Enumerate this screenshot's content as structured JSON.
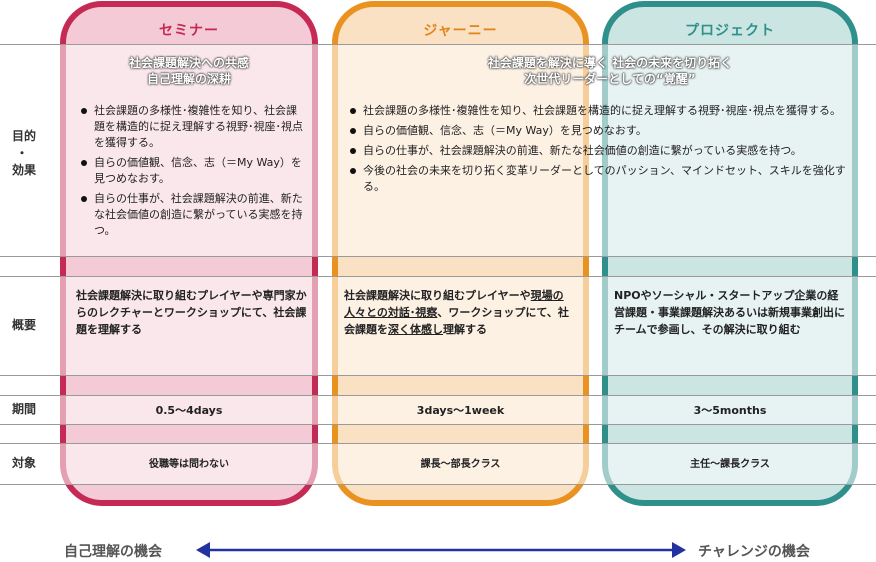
{
  "columns": {
    "seminar": "セミナー",
    "journey": "ジャーニー",
    "project": "プロジェクト"
  },
  "rows": {
    "purpose_label_1": "目的",
    "purpose_label_2": "・",
    "purpose_label_3": "効果",
    "overview_label": "概要",
    "period_label": "期間",
    "target_label": "対象"
  },
  "purpose": {
    "seminar_head_1": "社会課題解決への共感",
    "seminar_head_2": "自己理解の深耕",
    "wide_head_1": "社会課題を解決に導く 社会の未来を切り拓く",
    "wide_head_2": "次世代リーダーとしての“覚醒”",
    "seminar_bullets": [
      "社会課題の多様性･複雑性を知り、社会課題を構造的に捉え理解する視野･視座･視点を獲得する。",
      "自らの価値観、信念、志（＝My Way）を見つめなおす。",
      "自らの仕事が、社会課題解決の前進、新たな社会価値の創造に繋がっている実感を持つ。"
    ],
    "wide_bullets": [
      "社会課題の多様性･複雑性を知り、社会課題を構造的に捉え理解する視野･視座･視点を獲得する。",
      "自らの価値観、信念、志（＝My Way）を見つめなおす。",
      "自らの仕事が、社会課題解決の前進、新たな社会価値の創造に繋がっている実感を持つ。",
      "今後の社会の未来を切り拓く変革リーダーとしてのパッション、マインドセット、スキルを強化する。"
    ]
  },
  "overview": {
    "seminar": "社会課題解決に取り組むプレイヤーや専門家からのレクチャーとワークショップにて、社会課題を理解する",
    "journey_a": "社会課題解決に取り組むプレイヤーや",
    "journey_b": "現場の人々との対話･視察",
    "journey_c": "、ワークショップにて、社会課題を",
    "journey_d": "深く体感し",
    "journey_e": "理解する",
    "project": "NPOやソーシャル・スタートアップ企業の経営課題・事業課題解決あるいは新規事業創出に チームで参画し、その解決に取り組む"
  },
  "period": {
    "seminar": "0.5～4days",
    "journey": "3days～1week",
    "project": "3～5months"
  },
  "target": {
    "seminar": "役職等は問わない",
    "journey": "課長～部長クラス",
    "project": "主任～課長クラス"
  },
  "bottom": {
    "left": "自己理解の機会",
    "right": "チャレンジの機会"
  },
  "colors": {
    "seminar": "#c42a54",
    "journey": "#ea9220",
    "project": "#2f8f8a",
    "arrow": "#2233a0"
  }
}
